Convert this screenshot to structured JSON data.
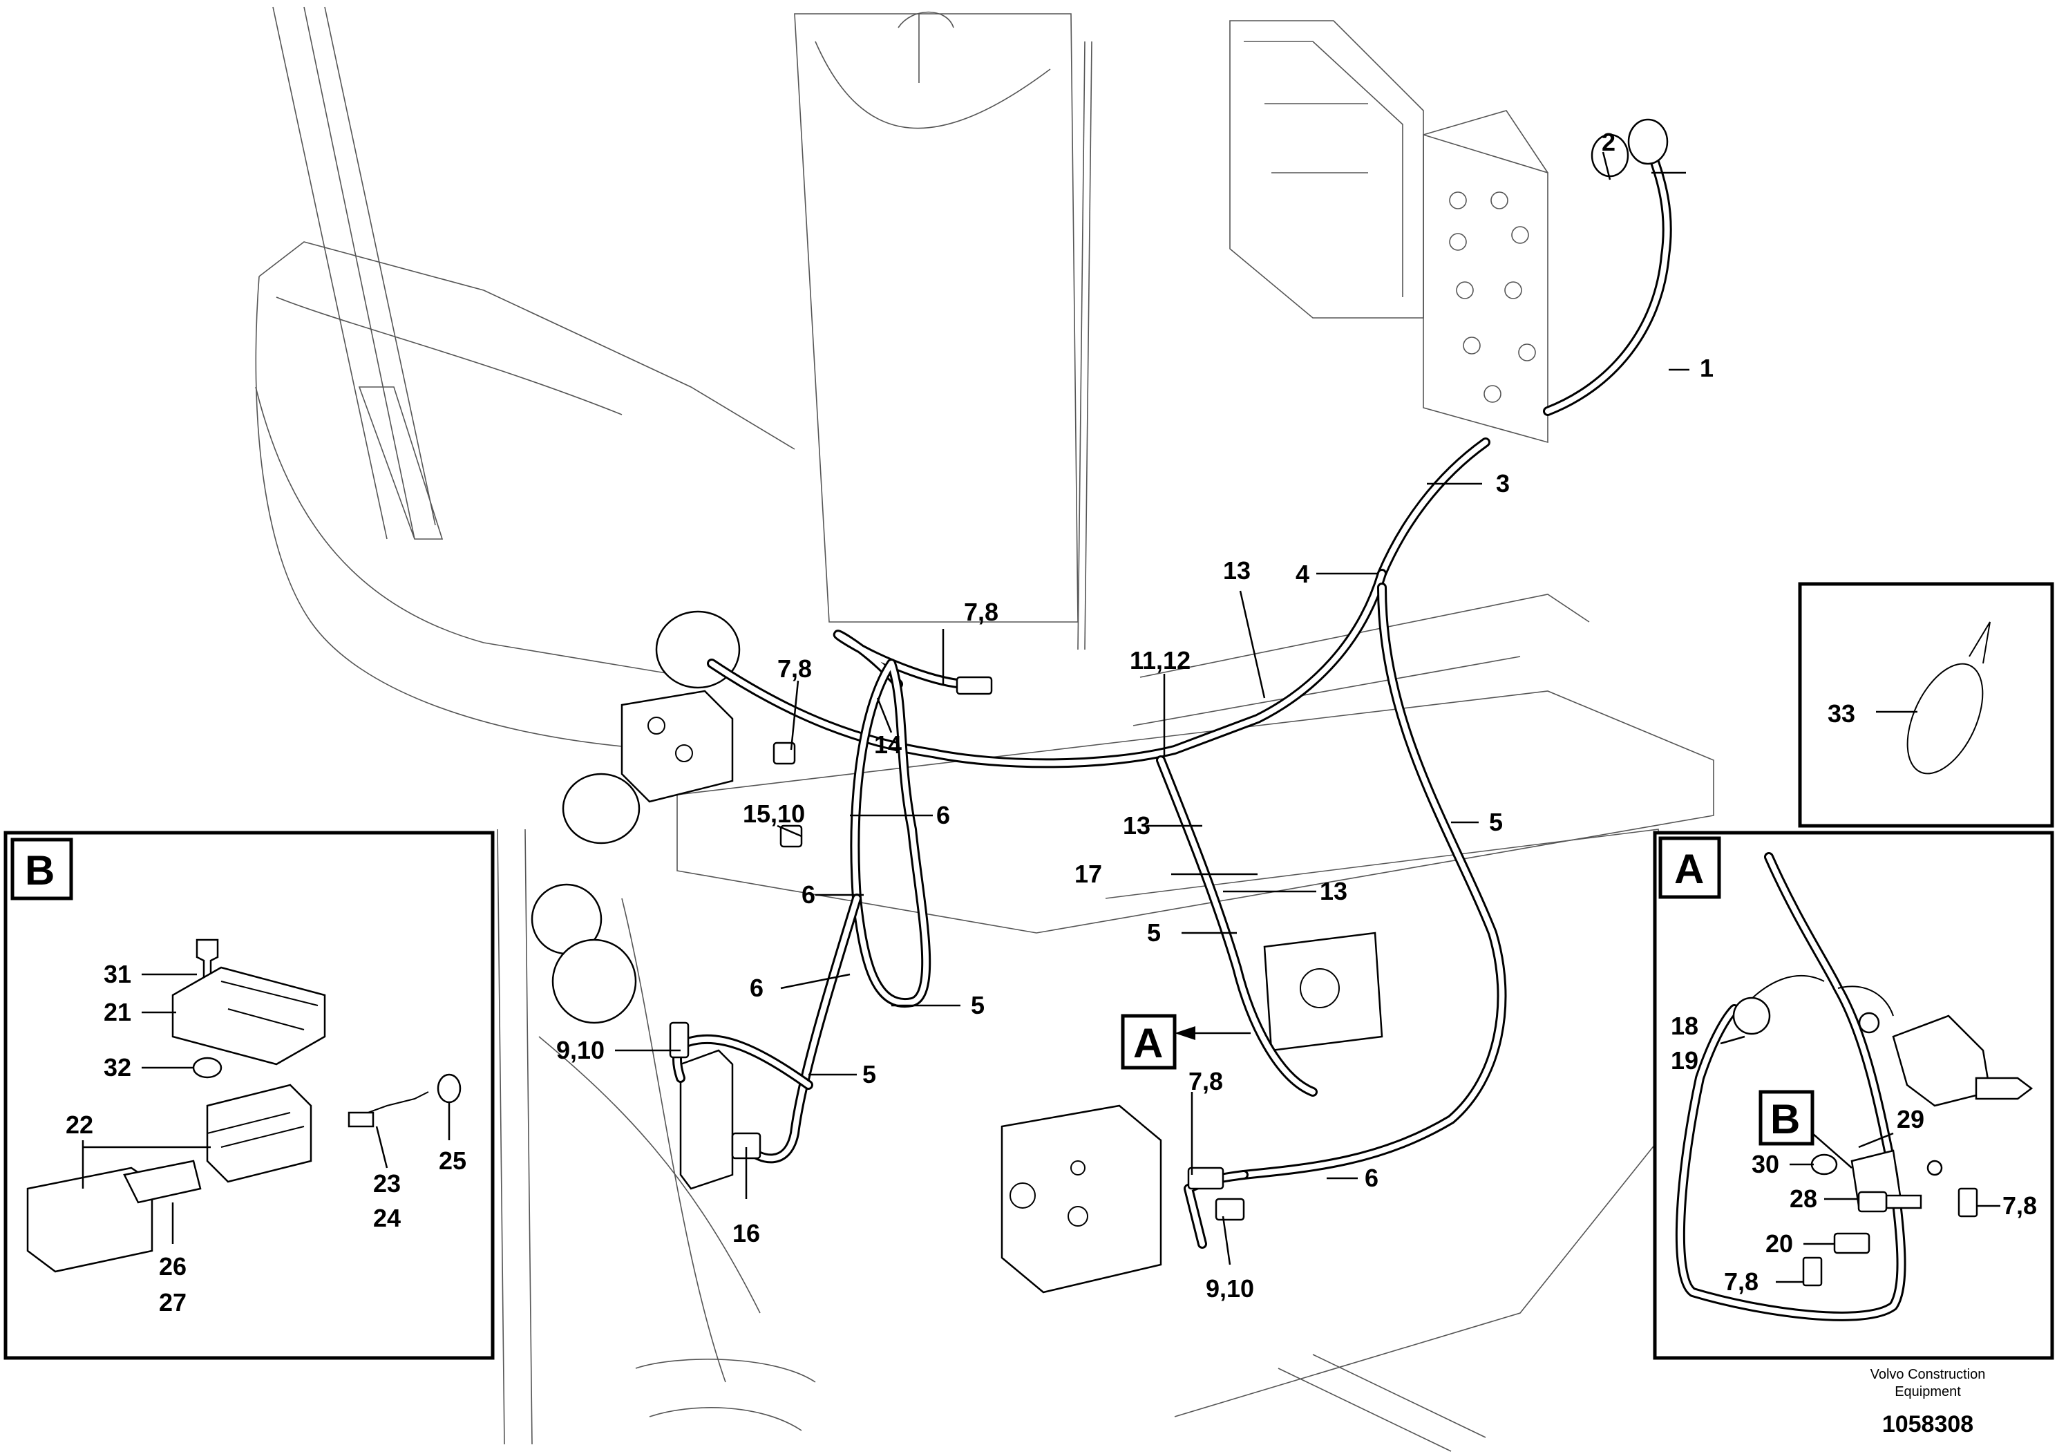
{
  "callouts": {
    "c1": "1",
    "c2": "2",
    "c3": "3",
    "c4": "4",
    "c5a": "5",
    "c5b": "5",
    "c5c": "5",
    "c5d": "5",
    "c6a": "6",
    "c6b": "6",
    "c6c": "6",
    "c6d": "6",
    "c78a": "7,8",
    "c78b": "7,8",
    "c78c": "7,8",
    "c910a": "9,10",
    "c910b": "9,10",
    "c1112": "11,12",
    "c13a": "13",
    "c13b": "13",
    "c13c": "13",
    "c14": "14",
    "c1510": "15,10",
    "c16": "16",
    "c17": "17",
    "viewA": "A"
  },
  "detail_b": {
    "tag": "B",
    "labels": {
      "l21": "21",
      "l22": "22",
      "l23": "23",
      "l24": "24",
      "l25": "25",
      "l26": "26",
      "l27": "27",
      "l31": "31",
      "l32": "32"
    }
  },
  "detail_a": {
    "tag": "A",
    "b_marker": "B",
    "labels": {
      "l18": "18",
      "l19": "19",
      "l20": "20",
      "l28": "28",
      "l29": "29",
      "l30": "30",
      "l78a": "7,8",
      "l78b": "7,8"
    }
  },
  "detail_tie": {
    "label": "33"
  },
  "footer": {
    "brand_line1": "Volvo Construction",
    "brand_line2": "Equipment",
    "doc_number": "1058308"
  }
}
